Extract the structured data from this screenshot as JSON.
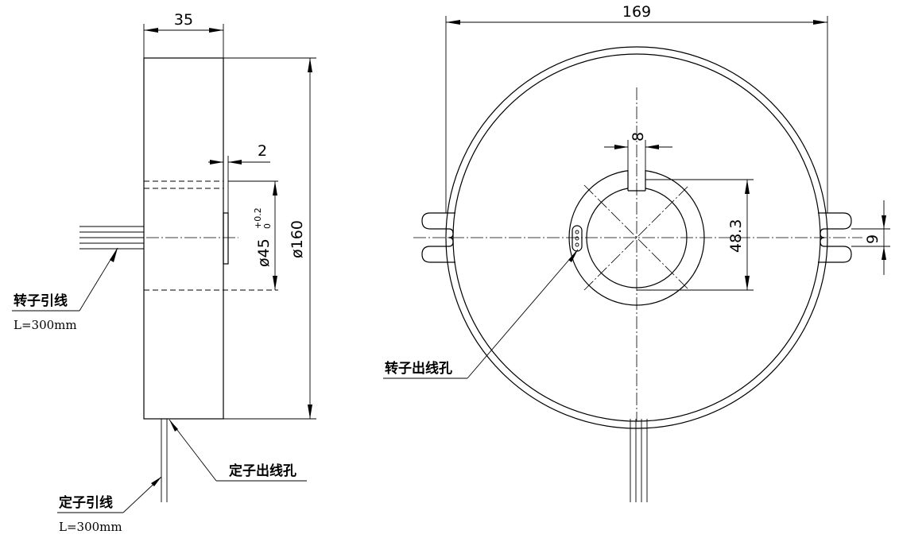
{
  "side_view": {
    "width_dim": "35",
    "flange_thickness_dim": "2",
    "bore_dim_prefix": "ø45",
    "bore_tol_upper": "+0.2",
    "bore_tol_lower": "0",
    "outer_dim": "ø160",
    "rotor_lead_label": "转子引线",
    "rotor_lead_length": "L=300mm",
    "stator_lead_label": "定子引线",
    "stator_lead_length": "L=300mm",
    "stator_outlet_label": "定子出线孔"
  },
  "front_view": {
    "overall_width_dim": "169",
    "keyway_width_dim": "8",
    "key_depth_dim": "48.3",
    "slot_width_dim": "9",
    "rotor_outlet_label": "转子出线孔"
  }
}
